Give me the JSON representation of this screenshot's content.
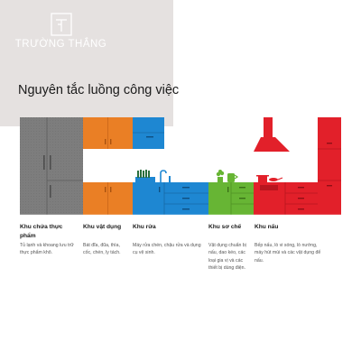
{
  "brand": {
    "name": "TRƯỜNG THẮNG",
    "mark_letter": "T",
    "colors": {
      "band": "#e5e1e0",
      "mark": "#ffffff"
    }
  },
  "title": "Nguyên tắc luồng công việc",
  "zones": [
    {
      "id": "storage",
      "label": "Khu chứa thực phẩm",
      "color": "#7d7d7d",
      "description": "Tủ lạnh và khoang lưu trữ thực phẩm khô."
    },
    {
      "id": "utensils",
      "label": "Khu vật dụng",
      "color": "#ea7f25",
      "description": "Bát đĩa, đũa, thìa, cốc, chén, ly tách."
    },
    {
      "id": "washing",
      "label": "Khu rửa",
      "color": "#1e87d2",
      "description": "Máy rửa chén, chậu rửa và dụng cụ vệ sinh."
    },
    {
      "id": "prep",
      "label": "Khu sơ chế",
      "color": "#67b534",
      "description": "Vật dụng chuẩn bị nấu, dao kéo, các loại gia vị và các thiết bị dùng điện."
    },
    {
      "id": "cooking",
      "label": "Khu nấu",
      "color": "#e2202a",
      "description": "Bếp nấu, lò vi sóng, lò nướng, máy hút mùi và các vật dụng để nấu."
    }
  ]
}
